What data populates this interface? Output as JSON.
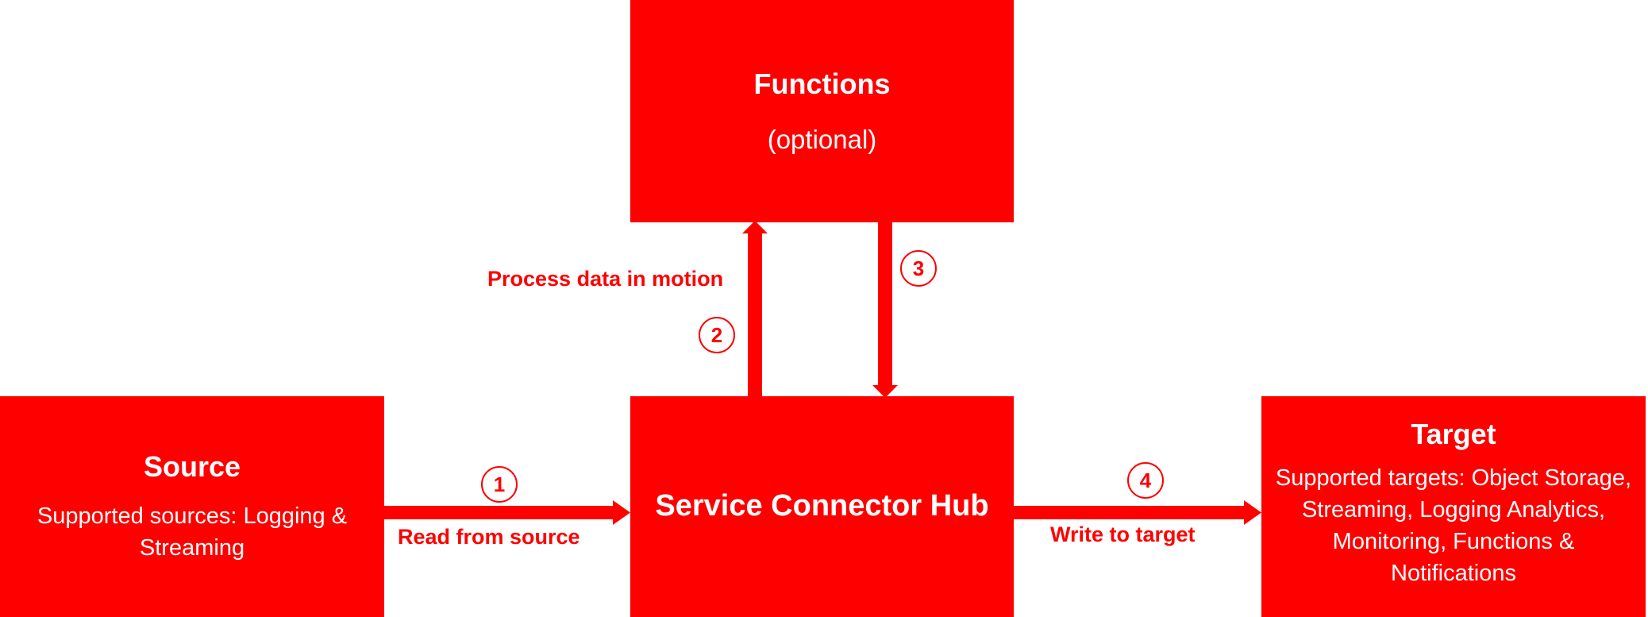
{
  "colors": {
    "accent": "#fe0000",
    "box_text": "#ffffff",
    "background": "#ffffff"
  },
  "boxes": {
    "functions": {
      "title": "Functions",
      "subtitle": "(optional)"
    },
    "source": {
      "title": "Source",
      "subtitle": "Supported sources: Logging & Streaming"
    },
    "hub": {
      "title": "Service Connector Hub"
    },
    "target": {
      "title": "Target",
      "subtitle": "Supported targets: Object Storage, Streaming, Logging Analytics, Monitoring, Functions & Notifications"
    }
  },
  "labels": {
    "process": "Process data in motion",
    "read": "Read from source",
    "write": "Write to target"
  },
  "steps": [
    "1",
    "2",
    "3",
    "4"
  ]
}
